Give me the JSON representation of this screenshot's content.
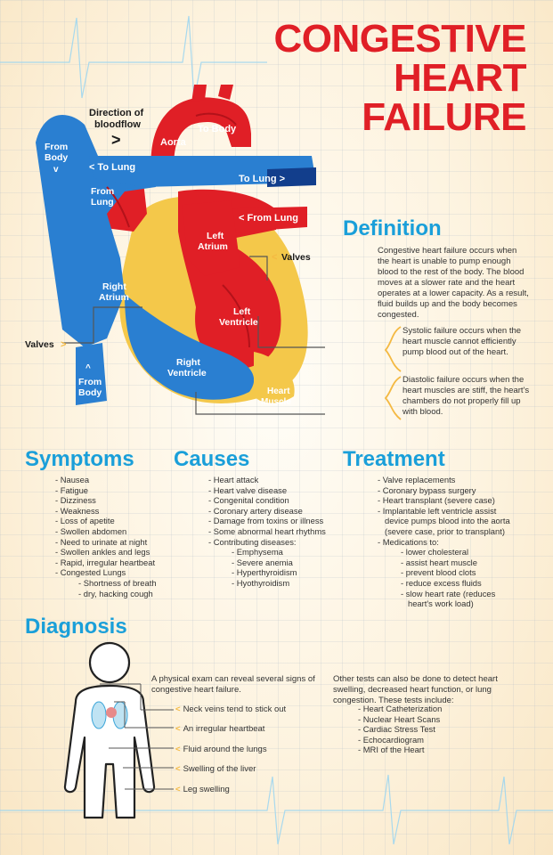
{
  "title": {
    "line1": "CONGESTIVE",
    "line2": "HEART",
    "line3": "FAILURE"
  },
  "heart": {
    "direction_label_1": "Direction of",
    "direction_label_2": "bloodflow",
    "arrow_glyph": ">",
    "up_glyph": "^",
    "down_glyph": "v",
    "lt_glyph": "<",
    "aorta": "Aorta",
    "to_body": "To Body",
    "from_body_top_1": "From",
    "from_body_top_2": "Body",
    "to_lung_left": "< To Lung",
    "to_lung_right": "To Lung >",
    "from_lung_left_1": "From",
    "from_lung_left_2": "Lung",
    "from_lung_right": "< From Lung",
    "left_atrium_1": "Left",
    "left_atrium_2": "Atrium",
    "valves_right": "Valves",
    "right_atrium_1": "Right",
    "right_atrium_2": "Atrium",
    "left_ventricle_1": "Left",
    "left_ventricle_2": "Ventricle",
    "valves_left": "Valves",
    "right_ventricle_1": "Right",
    "right_ventricle_2": "Ventricle",
    "from_body_bottom_1": "From",
    "from_body_bottom_2": "Body",
    "heart_muscle_1": "Heart",
    "heart_muscle_2": "Muscle"
  },
  "definition": {
    "heading": "Definition",
    "text": "Congestive heart failure occurs when the heart is unable to pump enough blood to the rest of the body. The blood moves at a slower rate and the heart operates at a lower capacity. As a result, fluid builds up and the body becomes congested.",
    "systolic": "Systolic failure occurs when the heart muscle cannot efficiently pump blood out of the heart.",
    "diastolic": "Diastolic failure occurs when the heart muscles are stiff, the heart's chambers do not properly fill up with blood."
  },
  "symptoms": {
    "heading": "Symptoms",
    "items": [
      {
        "text": "Nausea",
        "level": 1
      },
      {
        "text": "Fatigue",
        "level": 1
      },
      {
        "text": "Dizziness",
        "level": 1
      },
      {
        "text": "Weakness",
        "level": 1
      },
      {
        "text": "Loss of apetite",
        "level": 1
      },
      {
        "text": "Swollen abdomen",
        "level": 1
      },
      {
        "text": "Need to urinate at night",
        "level": 1
      },
      {
        "text": "Swollen ankles and legs",
        "level": 1
      },
      {
        "text": "Rapid, irregular heartbeat",
        "level": 1
      },
      {
        "text": "Congested Lungs",
        "level": 1
      },
      {
        "text": "Shortness of breath",
        "level": 2
      },
      {
        "text": "dry, hacking cough",
        "level": 2
      }
    ]
  },
  "causes": {
    "heading": "Causes",
    "items": [
      {
        "text": "Heart attack",
        "level": 1
      },
      {
        "text": "Heart valve disease",
        "level": 1
      },
      {
        "text": "Congenital condition",
        "level": 1
      },
      {
        "text": "Coronary artery disease",
        "level": 1
      },
      {
        "text": "Damage from toxins or illness",
        "level": 1
      },
      {
        "text": "Some abnormal heart rhythms",
        "level": 1
      },
      {
        "text": "Contributing diseases:",
        "level": 1
      },
      {
        "text": "Emphysema",
        "level": 2
      },
      {
        "text": "Severe anemia",
        "level": 2
      },
      {
        "text": "Hyperthyroidism",
        "level": 2
      },
      {
        "text": "Hyothyroidism",
        "level": 2
      }
    ]
  },
  "treatment": {
    "heading": "Treatment",
    "items": [
      {
        "text": "Valve replacements",
        "level": 1
      },
      {
        "text": "Coronary bypass surgery",
        "level": 1
      },
      {
        "text": "Heart transplant (severe case)",
        "level": 1
      },
      {
        "text": "Implantable left ventricle assist",
        "level": 1
      },
      {
        "text": "device  pumps blood into the aorta",
        "level": 3
      },
      {
        "text": "(severe case, prior to transplant)",
        "level": 3
      },
      {
        "text": "Medications to:",
        "level": 1
      },
      {
        "text": "lower cholesteral",
        "level": 2
      },
      {
        "text": "assist heart muscle",
        "level": 2
      },
      {
        "text": "prevent blood clots",
        "level": 2
      },
      {
        "text": "reduce excess fluids",
        "level": 2
      },
      {
        "text": "slow heart rate (reduces",
        "level": 2
      },
      {
        "text": "heart's work load)",
        "level": 4
      }
    ]
  },
  "diagnosis": {
    "heading": "Diagnosis",
    "exam_intro": "A physical exam can reveal several signs of congestive heart failure.",
    "signs": [
      "Neck veins tend to stick out",
      "An irregular heartbeat",
      "Fluid around the lungs",
      "Swelling of the liver",
      "Leg swelling"
    ],
    "other_tests_intro": "Other tests can also be done to detect heart swelling, decreased heart function, or lung congestion. These tests include:",
    "tests": [
      "Heart Catheterization",
      "Nuclear Heart Scans",
      "Cardiac Stress Test",
      "Echocardiogram",
      "MRI of the Heart"
    ]
  },
  "colors": {
    "red": "#e01f26",
    "blue": "#1a9fd9",
    "blood_blue": "#2a7fd1",
    "dark_blue": "#123e8c",
    "dark_red": "#b3121a",
    "yellow": "#f4b942",
    "cream": "#fdf6e8"
  }
}
